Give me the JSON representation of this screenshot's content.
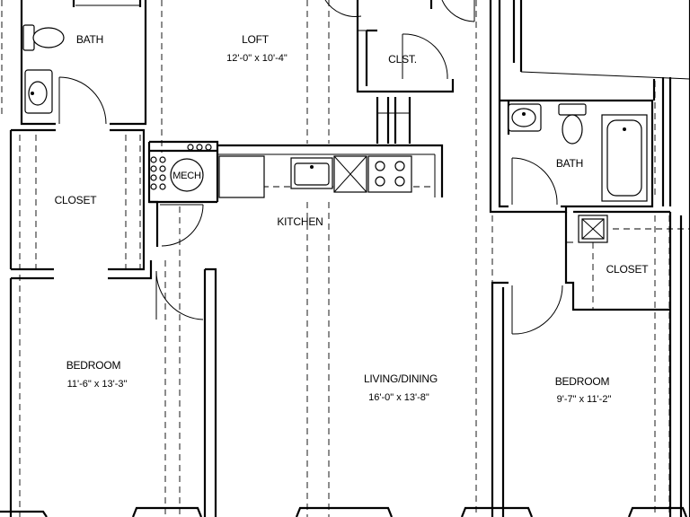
{
  "rooms": {
    "bath_left": {
      "label": "BATH"
    },
    "loft": {
      "label": "LOFT",
      "dimensions": "12'-0\" x 10'-4\""
    },
    "closet_small": {
      "label": "CLST."
    },
    "mech": {
      "label": "MECH"
    },
    "closet_left": {
      "label": "CLOSET"
    },
    "kitchen": {
      "label": "KITCHEN"
    },
    "bath_right": {
      "label": "BATH"
    },
    "closet_right": {
      "label": "CLOSET"
    },
    "bedroom_left": {
      "label": "BEDROOM",
      "dimensions": "11'-6\" x 13'-3\""
    },
    "living_dining": {
      "label": "LIVING/DINING",
      "dimensions": "16'-0\" x 13'-8\""
    },
    "bedroom_right": {
      "label": "BEDROOM",
      "dimensions": "9'-7\" x 11'-2\""
    }
  }
}
